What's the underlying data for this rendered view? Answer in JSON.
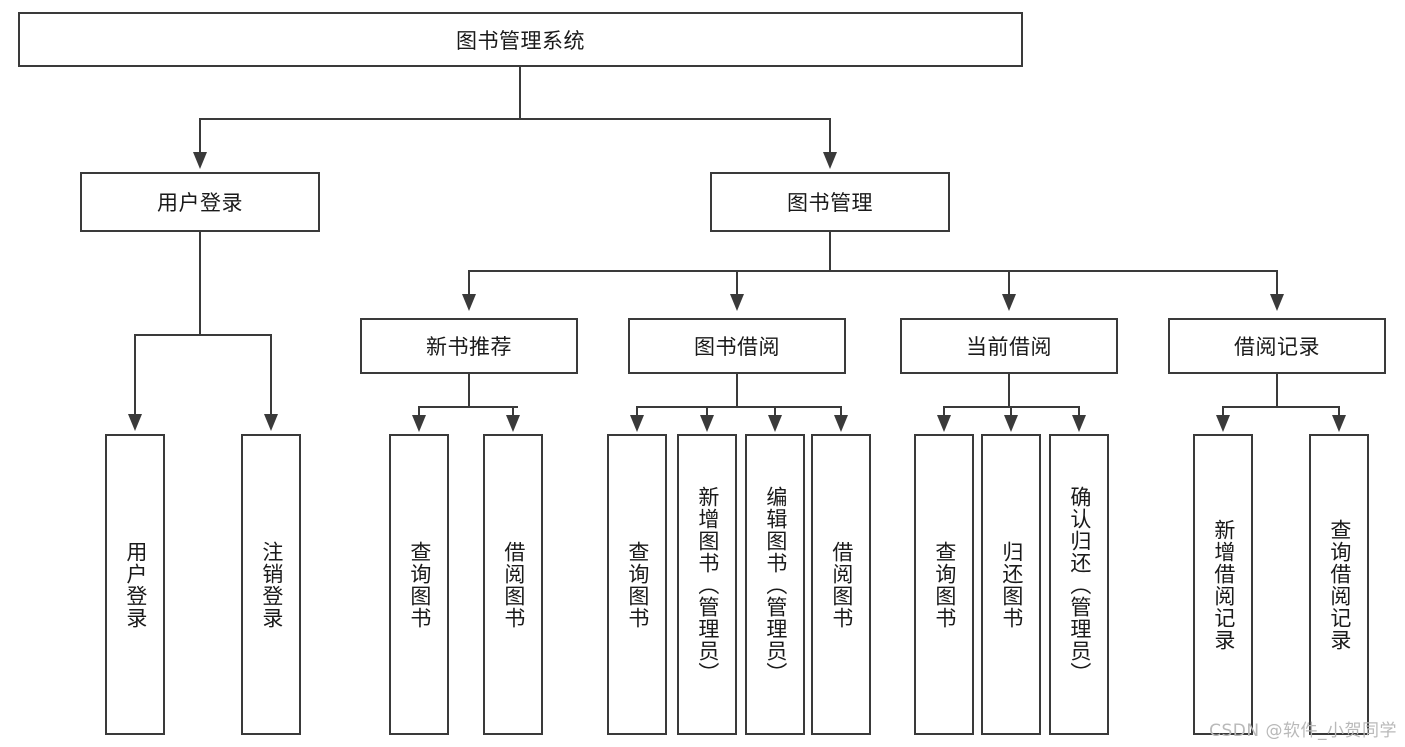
{
  "diagram": {
    "title": "图书管理系统",
    "type": "tree-hierarchy",
    "root": {
      "label": "图书管理系统"
    },
    "level2": [
      {
        "label": "用户登录"
      },
      {
        "label": "图书管理"
      }
    ],
    "level3": [
      {
        "label": "新书推荐"
      },
      {
        "label": "图书借阅"
      },
      {
        "label": "当前借阅"
      },
      {
        "label": "借阅记录"
      }
    ],
    "leaves_user_login": [
      {
        "label": "用户登录"
      },
      {
        "label": "注销登录"
      }
    ],
    "leaves_new_books": [
      {
        "label": "查询图书"
      },
      {
        "label": "借阅图书"
      }
    ],
    "leaves_book_borrow": [
      {
        "label": "查询图书"
      },
      {
        "label": "新增图书（管理员）"
      },
      {
        "label": "编辑图书（管理员）"
      },
      {
        "label": "借阅图书"
      }
    ],
    "leaves_current_borrow": [
      {
        "label": "查询图书"
      },
      {
        "label": "归还图书"
      },
      {
        "label": "确认归还（管理员）"
      }
    ],
    "leaves_borrow_records": [
      {
        "label": "新增借阅记录"
      },
      {
        "label": "查询借阅记录"
      }
    ]
  },
  "watermark": {
    "text": "CSDN @软件_小贺同学"
  },
  "colors": {
    "stroke": "#3a3a3a",
    "background": "#ffffff",
    "text": "#1a1a1a",
    "watermark": "#b9b9b9"
  }
}
